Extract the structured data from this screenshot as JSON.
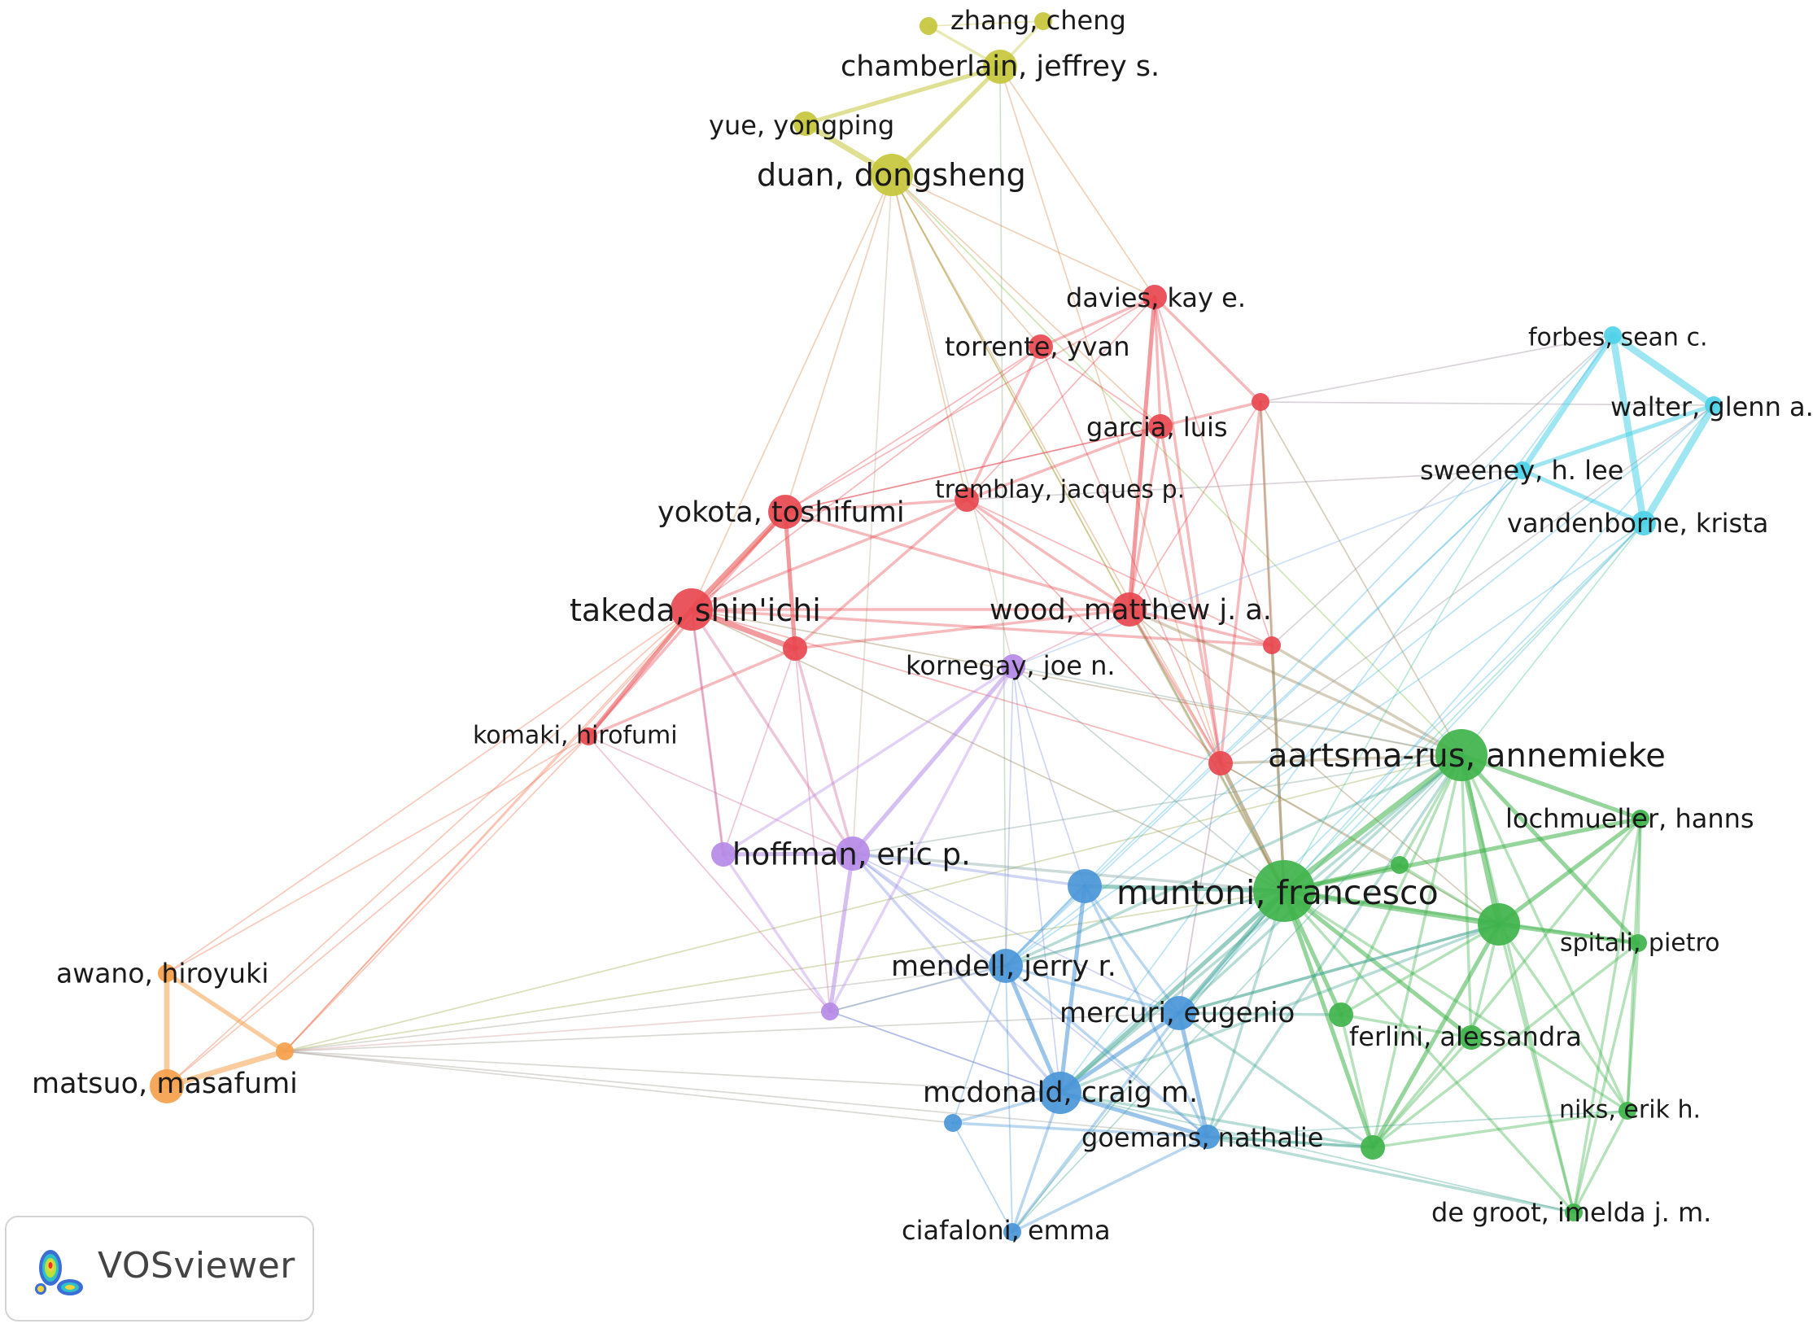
{
  "brand": {
    "name": "VOSviewer"
  },
  "colors": {
    "red": "#e8484f",
    "green": "#3fb34b",
    "blue": "#4a96d8",
    "yellow": "#c6c63c",
    "purple": "#b58ae6",
    "orange": "#f5a04c",
    "cyan": "#4fd3e8"
  },
  "clusters": [
    "red",
    "green",
    "blue",
    "yellow",
    "purple",
    "orange",
    "cyan"
  ],
  "nodes": [
    {
      "id": "zhang",
      "label": "zhang, cheng",
      "cluster": "yellow",
      "w": 2
    },
    {
      "id": "yel2",
      "label": "",
      "cluster": "yellow",
      "w": 2
    },
    {
      "id": "chamberlain",
      "label": "chamberlain, jeffrey s.",
      "cluster": "yellow",
      "w": 4
    },
    {
      "id": "yue",
      "label": "yue, yongping",
      "cluster": "yellow",
      "w": 3
    },
    {
      "id": "duan",
      "label": "duan, dongsheng",
      "cluster": "yellow",
      "w": 5
    },
    {
      "id": "davies",
      "label": "davies, kay e.",
      "cluster": "red",
      "w": 3
    },
    {
      "id": "torrente",
      "label": "torrente, yvan",
      "cluster": "red",
      "w": 3
    },
    {
      "id": "red3",
      "label": "",
      "cluster": "red",
      "w": 2
    },
    {
      "id": "garcia",
      "label": "garcia, luis",
      "cluster": "red",
      "w": 3
    },
    {
      "id": "tremblay",
      "label": "tremblay, jacques p.",
      "cluster": "red",
      "w": 3
    },
    {
      "id": "yokota",
      "label": "yokota, toshifumi",
      "cluster": "red",
      "w": 4
    },
    {
      "id": "takeda",
      "label": "takeda, shin'ichi",
      "cluster": "red",
      "w": 5
    },
    {
      "id": "red8",
      "label": "",
      "cluster": "red",
      "w": 3
    },
    {
      "id": "wood",
      "label": "wood, matthew j. a.",
      "cluster": "red",
      "w": 4
    },
    {
      "id": "red10",
      "label": "",
      "cluster": "red",
      "w": 2
    },
    {
      "id": "komaki",
      "label": "komaki, hirofumi",
      "cluster": "red",
      "w": 2
    },
    {
      "id": "red12",
      "label": "",
      "cluster": "red",
      "w": 3
    },
    {
      "id": "forbes",
      "label": "forbes, sean c.",
      "cluster": "cyan",
      "w": 2
    },
    {
      "id": "walter",
      "label": "walter, glenn a.",
      "cluster": "cyan",
      "w": 2
    },
    {
      "id": "sweeney",
      "label": "sweeney, h. lee",
      "cluster": "cyan",
      "w": 2
    },
    {
      "id": "vandenborne",
      "label": "vandenborne, krista",
      "cluster": "cyan",
      "w": 3
    },
    {
      "id": "kornegay",
      "label": "kornegay, joe n.",
      "cluster": "purple",
      "w": 3
    },
    {
      "id": "hoffman",
      "label": "hoffman, eric p.",
      "cluster": "purple",
      "w": 4
    },
    {
      "id": "pur3",
      "label": "",
      "cluster": "purple",
      "w": 3
    },
    {
      "id": "pur4",
      "label": "",
      "cluster": "purple",
      "w": 2
    },
    {
      "id": "aartsma",
      "label": "aartsma-rus, annemieke",
      "cluster": "green",
      "w": 6
    },
    {
      "id": "lochmueller",
      "label": "lochmueller, hanns",
      "cluster": "green",
      "w": 2
    },
    {
      "id": "grn3",
      "label": "",
      "cluster": "green",
      "w": 2
    },
    {
      "id": "muntoni",
      "label": "muntoni, francesco",
      "cluster": "green",
      "w": 7
    },
    {
      "id": "grn5",
      "label": "",
      "cluster": "green",
      "w": 5
    },
    {
      "id": "spitali",
      "label": "spitali, pietro",
      "cluster": "green",
      "w": 2
    },
    {
      "id": "grn7",
      "label": "",
      "cluster": "green",
      "w": 3
    },
    {
      "id": "ferlini",
      "label": "ferlini, alessandra",
      "cluster": "green",
      "w": 3
    },
    {
      "id": "niks",
      "label": "niks, erik h.",
      "cluster": "green",
      "w": 2
    },
    {
      "id": "grn10",
      "label": "",
      "cluster": "green",
      "w": 3
    },
    {
      "id": "degroot",
      "label": "de groot, imelda j. m.",
      "cluster": "green",
      "w": 2
    },
    {
      "id": "blu1",
      "label": "",
      "cluster": "blue",
      "w": 4
    },
    {
      "id": "mendell",
      "label": "mendell, jerry r.",
      "cluster": "blue",
      "w": 4
    },
    {
      "id": "mercuri",
      "label": "mercuri, eugenio",
      "cluster": "blue",
      "w": 4
    },
    {
      "id": "mcdonald",
      "label": "mcdonald, craig m.",
      "cluster": "blue",
      "w": 5
    },
    {
      "id": "blu5",
      "label": "",
      "cluster": "blue",
      "w": 2
    },
    {
      "id": "goemans",
      "label": "goemans, nathalie",
      "cluster": "blue",
      "w": 3
    },
    {
      "id": "ciafaloni",
      "label": "ciafaloni, emma",
      "cluster": "blue",
      "w": 2
    },
    {
      "id": "awano",
      "label": "awano, hiroyuki",
      "cluster": "orange",
      "w": 2
    },
    {
      "id": "matsuo",
      "label": "matsuo, masafumi",
      "cluster": "orange",
      "w": 4
    },
    {
      "id": "org3",
      "label": "",
      "cluster": "orange",
      "w": 2
    }
  ],
  "edges": [
    [
      "chamberlain",
      "duan",
      3
    ],
    [
      "chamberlain",
      "yue",
      3
    ],
    [
      "yue",
      "duan",
      4
    ],
    [
      "zhang",
      "chamberlain",
      2
    ],
    [
      "yel2",
      "chamberlain",
      2
    ],
    [
      "zhang",
      "yel2",
      1
    ],
    [
      "duan",
      "davies",
      1
    ],
    [
      "duan",
      "torrente",
      1
    ],
    [
      "duan",
      "garcia",
      1
    ],
    [
      "duan",
      "tremblay",
      1
    ],
    [
      "duan",
      "yokota",
      1
    ],
    [
      "duan",
      "takeda",
      1
    ],
    [
      "duan",
      "wood",
      1
    ],
    [
      "duan",
      "kornegay",
      1
    ],
    [
      "duan",
      "red12",
      1
    ],
    [
      "duan",
      "muntoni",
      1
    ],
    [
      "duan",
      "aartsma",
      1
    ],
    [
      "duan",
      "hoffman",
      1
    ],
    [
      "chamberlain",
      "davies",
      1
    ],
    [
      "chamberlain",
      "red12",
      1
    ],
    [
      "chamberlain",
      "mendell",
      1
    ],
    [
      "davies",
      "torrente",
      2
    ],
    [
      "davies",
      "garcia",
      2
    ],
    [
      "davies",
      "red3",
      2
    ],
    [
      "davies",
      "wood",
      3
    ],
    [
      "davies",
      "tremblay",
      1
    ],
    [
      "davies",
      "red12",
      2
    ],
    [
      "davies",
      "red10",
      1
    ],
    [
      "davies",
      "yokota",
      1
    ],
    [
      "torrente",
      "garcia",
      1
    ],
    [
      "torrente",
      "yokota",
      1
    ],
    [
      "torrente",
      "tremblay",
      2
    ],
    [
      "torrente",
      "red12",
      1
    ],
    [
      "torrente",
      "takeda",
      1
    ],
    [
      "garcia",
      "tremblay",
      2
    ],
    [
      "garcia",
      "wood",
      2
    ],
    [
      "garcia",
      "red12",
      2
    ],
    [
      "garcia",
      "red3",
      2
    ],
    [
      "garcia",
      "yokota",
      1
    ],
    [
      "tremblay",
      "yokota",
      2
    ],
    [
      "tremblay",
      "takeda",
      2
    ],
    [
      "tremblay",
      "wood",
      2
    ],
    [
      "tremblay",
      "red8",
      2
    ],
    [
      "tremblay",
      "red12",
      1
    ],
    [
      "tremblay",
      "red10",
      1
    ],
    [
      "yokota",
      "takeda",
      4
    ],
    [
      "yokota",
      "red8",
      3
    ],
    [
      "yokota",
      "wood",
      2
    ],
    [
      "yokota",
      "komaki",
      2
    ],
    [
      "yokota",
      "garcia",
      1
    ],
    [
      "takeda",
      "red8",
      4
    ],
    [
      "takeda",
      "komaki",
      3
    ],
    [
      "takeda",
      "wood",
      2
    ],
    [
      "takeda",
      "red10",
      2
    ],
    [
      "takeda",
      "hoffman",
      2
    ],
    [
      "takeda",
      "pur3",
      1
    ],
    [
      "takeda",
      "red12",
      1
    ],
    [
      "takeda",
      "aartsma",
      1
    ],
    [
      "takeda",
      "muntoni",
      1
    ],
    [
      "red8",
      "wood",
      2
    ],
    [
      "red8",
      "komaki",
      2
    ],
    [
      "red8",
      "hoffman",
      2
    ],
    [
      "red8",
      "pur3",
      1
    ],
    [
      "red8",
      "pur4",
      1
    ],
    [
      "wood",
      "red10",
      2
    ],
    [
      "wood",
      "red12",
      2
    ],
    [
      "wood",
      "aartsma",
      2
    ],
    [
      "wood",
      "muntoni",
      2
    ],
    [
      "wood",
      "grn5",
      1
    ],
    [
      "wood",
      "kornegay",
      1
    ],
    [
      "red10",
      "aartsma",
      2
    ],
    [
      "red10",
      "muntoni",
      2
    ],
    [
      "red10",
      "red3",
      1
    ],
    [
      "red3",
      "red12",
      2
    ],
    [
      "red3",
      "muntoni",
      2
    ],
    [
      "red3",
      "aartsma",
      1
    ],
    [
      "red3",
      "wood",
      1
    ],
    [
      "red3",
      "forbes",
      1
    ],
    [
      "red3",
      "walter",
      1
    ],
    [
      "red12",
      "muntoni",
      3
    ],
    [
      "red12",
      "aartsma",
      2
    ],
    [
      "red12",
      "grn5",
      1
    ],
    [
      "red12",
      "grn3",
      1
    ],
    [
      "red12",
      "mercuri",
      1
    ],
    [
      "komaki",
      "matsuo",
      1
    ],
    [
      "komaki",
      "awano",
      1
    ],
    [
      "komaki",
      "org3",
      1
    ],
    [
      "komaki",
      "hoffman",
      1
    ],
    [
      "komaki",
      "pur4",
      1
    ],
    [
      "takeda",
      "matsuo",
      1
    ],
    [
      "takeda",
      "awano",
      1
    ],
    [
      "takeda",
      "org3",
      1
    ],
    [
      "yokota",
      "org3",
      1
    ],
    [
      "awano",
      "matsuo",
      4
    ],
    [
      "awano",
      "org3",
      3
    ],
    [
      "matsuo",
      "org3",
      4
    ],
    [
      "org3",
      "mcdonald",
      1
    ],
    [
      "org3",
      "blu5",
      1
    ],
    [
      "org3",
      "muntoni",
      1
    ],
    [
      "org3",
      "goemans",
      1
    ],
    [
      "org3",
      "mercuri",
      1
    ],
    [
      "org3",
      "mendell",
      1
    ],
    [
      "org3",
      "aartsma",
      1
    ],
    [
      "org3",
      "pur4",
      1
    ],
    [
      "forbes",
      "walter",
      5
    ],
    [
      "forbes",
      "sweeney",
      4
    ],
    [
      "forbes",
      "vandenborne",
      5
    ],
    [
      "walter",
      "vandenborne",
      5
    ],
    [
      "walter",
      "sweeney",
      3
    ],
    [
      "sweeney",
      "vandenborne",
      3
    ],
    [
      "forbes",
      "mendell",
      1
    ],
    [
      "walter",
      "mendell",
      1
    ],
    [
      "sweeney",
      "mendell",
      1
    ],
    [
      "vandenborne",
      "mendell",
      1
    ],
    [
      "vandenborne",
      "mcdonald",
      1
    ],
    [
      "vandenborne",
      "muntoni",
      1
    ],
    [
      "vandenborne",
      "mercuri",
      1
    ],
    [
      "sweeney",
      "muntoni",
      1
    ],
    [
      "sweeney",
      "blu1",
      1
    ],
    [
      "forbes",
      "mcdonald",
      1
    ],
    [
      "walter",
      "mercuri",
      1
    ],
    [
      "sweeney",
      "kornegay",
      1
    ],
    [
      "vandenborne",
      "aartsma",
      1
    ],
    [
      "sweeney",
      "tremblay",
      1
    ],
    [
      "forbes",
      "red10",
      1
    ],
    [
      "walter",
      "red12",
      1
    ],
    [
      "hoffman",
      "pur3",
      3
    ],
    [
      "hoffman",
      "pur4",
      3
    ],
    [
      "hoffman",
      "kornegay",
      3
    ],
    [
      "hoffman",
      "muntoni",
      2
    ],
    [
      "hoffman",
      "blu1",
      2
    ],
    [
      "hoffman",
      "mendell",
      2
    ],
    [
      "hoffman",
      "mcdonald",
      2
    ],
    [
      "hoffman",
      "aartsma",
      1
    ],
    [
      "hoffman",
      "mercuri",
      1
    ],
    [
      "hoffman",
      "goemans",
      1
    ],
    [
      "pur3",
      "pur4",
      2
    ],
    [
      "pur3",
      "kornegay",
      2
    ],
    [
      "pur3",
      "takeda",
      2
    ],
    [
      "pur4",
      "kornegay",
      2
    ],
    [
      "pur4",
      "mcdonald",
      1
    ],
    [
      "pur4",
      "mendell",
      1
    ],
    [
      "pur4",
      "muntoni",
      1
    ],
    [
      "kornegay",
      "muntoni",
      1
    ],
    [
      "kornegay",
      "aartsma",
      1
    ],
    [
      "kornegay",
      "mendell",
      1
    ],
    [
      "kornegay",
      "mcdonald",
      1
    ],
    [
      "kornegay",
      "blu1",
      1
    ],
    [
      "aartsma",
      "muntoni",
      4
    ],
    [
      "aartsma",
      "grn5",
      4
    ],
    [
      "aartsma",
      "lochmueller",
      3
    ],
    [
      "aartsma",
      "spitali",
      3
    ],
    [
      "aartsma",
      "ferlini",
      2
    ],
    [
      "aartsma",
      "grn7",
      2
    ],
    [
      "aartsma",
      "niks",
      2
    ],
    [
      "aartsma",
      "grn10",
      2
    ],
    [
      "aartsma",
      "degroot",
      2
    ],
    [
      "aartsma",
      "grn3",
      2
    ],
    [
      "aartsma",
      "mercuri",
      2
    ],
    [
      "aartsma",
      "mcdonald",
      2
    ],
    [
      "aartsma",
      "goemans",
      2
    ],
    [
      "aartsma",
      "mendell",
      2
    ],
    [
      "muntoni",
      "grn5",
      4
    ],
    [
      "muntoni",
      "grn3",
      3
    ],
    [
      "muntoni",
      "grn7",
      3
    ],
    [
      "muntoni",
      "ferlini",
      3
    ],
    [
      "muntoni",
      "lochmueller",
      3
    ],
    [
      "muntoni",
      "spitali",
      2
    ],
    [
      "muntoni",
      "niks",
      2
    ],
    [
      "muntoni",
      "grn10",
      3
    ],
    [
      "muntoni",
      "degroot",
      2
    ],
    [
      "muntoni",
      "mercuri",
      3
    ],
    [
      "muntoni",
      "mcdonald",
      3
    ],
    [
      "muntoni",
      "goemans",
      2
    ],
    [
      "muntoni",
      "mendell",
      2
    ],
    [
      "muntoni",
      "blu1",
      3
    ],
    [
      "grn5",
      "lochmueller",
      3
    ],
    [
      "grn5",
      "spitali",
      3
    ],
    [
      "grn5",
      "ferlini",
      2
    ],
    [
      "grn5",
      "niks",
      2
    ],
    [
      "grn5",
      "grn10",
      3
    ],
    [
      "grn5",
      "degroot",
      2
    ],
    [
      "grn5",
      "grn7",
      2
    ],
    [
      "grn5",
      "grn3",
      2
    ],
    [
      "grn5",
      "mercuri",
      2
    ],
    [
      "grn5",
      "mcdonald",
      2
    ],
    [
      "lochmueller",
      "spitali",
      2
    ],
    [
      "lochmueller",
      "niks",
      2
    ],
    [
      "lochmueller",
      "degroot",
      2
    ],
    [
      "lochmueller",
      "grn10",
      2
    ],
    [
      "spitali",
      "niks",
      2
    ],
    [
      "spitali",
      "degroot",
      2
    ],
    [
      "spitali",
      "grn10",
      2
    ],
    [
      "niks",
      "degroot",
      2
    ],
    [
      "niks",
      "grn10",
      2
    ],
    [
      "ferlini",
      "grn10",
      2
    ],
    [
      "ferlini",
      "grn7",
      2
    ],
    [
      "grn7",
      "grn10",
      2
    ],
    [
      "grn7",
      "mercuri",
      2
    ],
    [
      "grn10",
      "goemans",
      2
    ],
    [
      "grn10",
      "mcdonald",
      2
    ],
    [
      "grn10",
      "mercuri",
      2
    ],
    [
      "degroot",
      "goemans",
      2
    ],
    [
      "niks",
      "goemans",
      1
    ],
    [
      "degroot",
      "mcdonald",
      1
    ],
    [
      "blu1",
      "mendell",
      2
    ],
    [
      "blu1",
      "mcdonald",
      3
    ],
    [
      "blu1",
      "mercuri",
      2
    ],
    [
      "blu1",
      "goemans",
      2
    ],
    [
      "mendell",
      "mcdonald",
      3
    ],
    [
      "mendell",
      "mercuri",
      2
    ],
    [
      "mendell",
      "goemans",
      2
    ],
    [
      "mendell",
      "ciafaloni",
      1
    ],
    [
      "mendell",
      "blu5",
      1
    ],
    [
      "mercuri",
      "mcdonald",
      3
    ],
    [
      "mercuri",
      "goemans",
      3
    ],
    [
      "mercuri",
      "ciafaloni",
      2
    ],
    [
      "mercuri",
      "grn5",
      2
    ],
    [
      "mcdonald",
      "goemans",
      3
    ],
    [
      "mcdonald",
      "blu5",
      2
    ],
    [
      "mcdonald",
      "ciafaloni",
      2
    ],
    [
      "mcdonald",
      "pur4",
      1
    ],
    [
      "goemans",
      "blu5",
      2
    ],
    [
      "goemans",
      "ciafaloni",
      2
    ],
    [
      "goemans",
      "grn10",
      2
    ],
    [
      "blu5",
      "ciafaloni",
      1
    ],
    [
      "ciafaloni",
      "muntoni",
      1
    ],
    [
      "ciafaloni",
      "aartsma",
      1
    ]
  ]
}
